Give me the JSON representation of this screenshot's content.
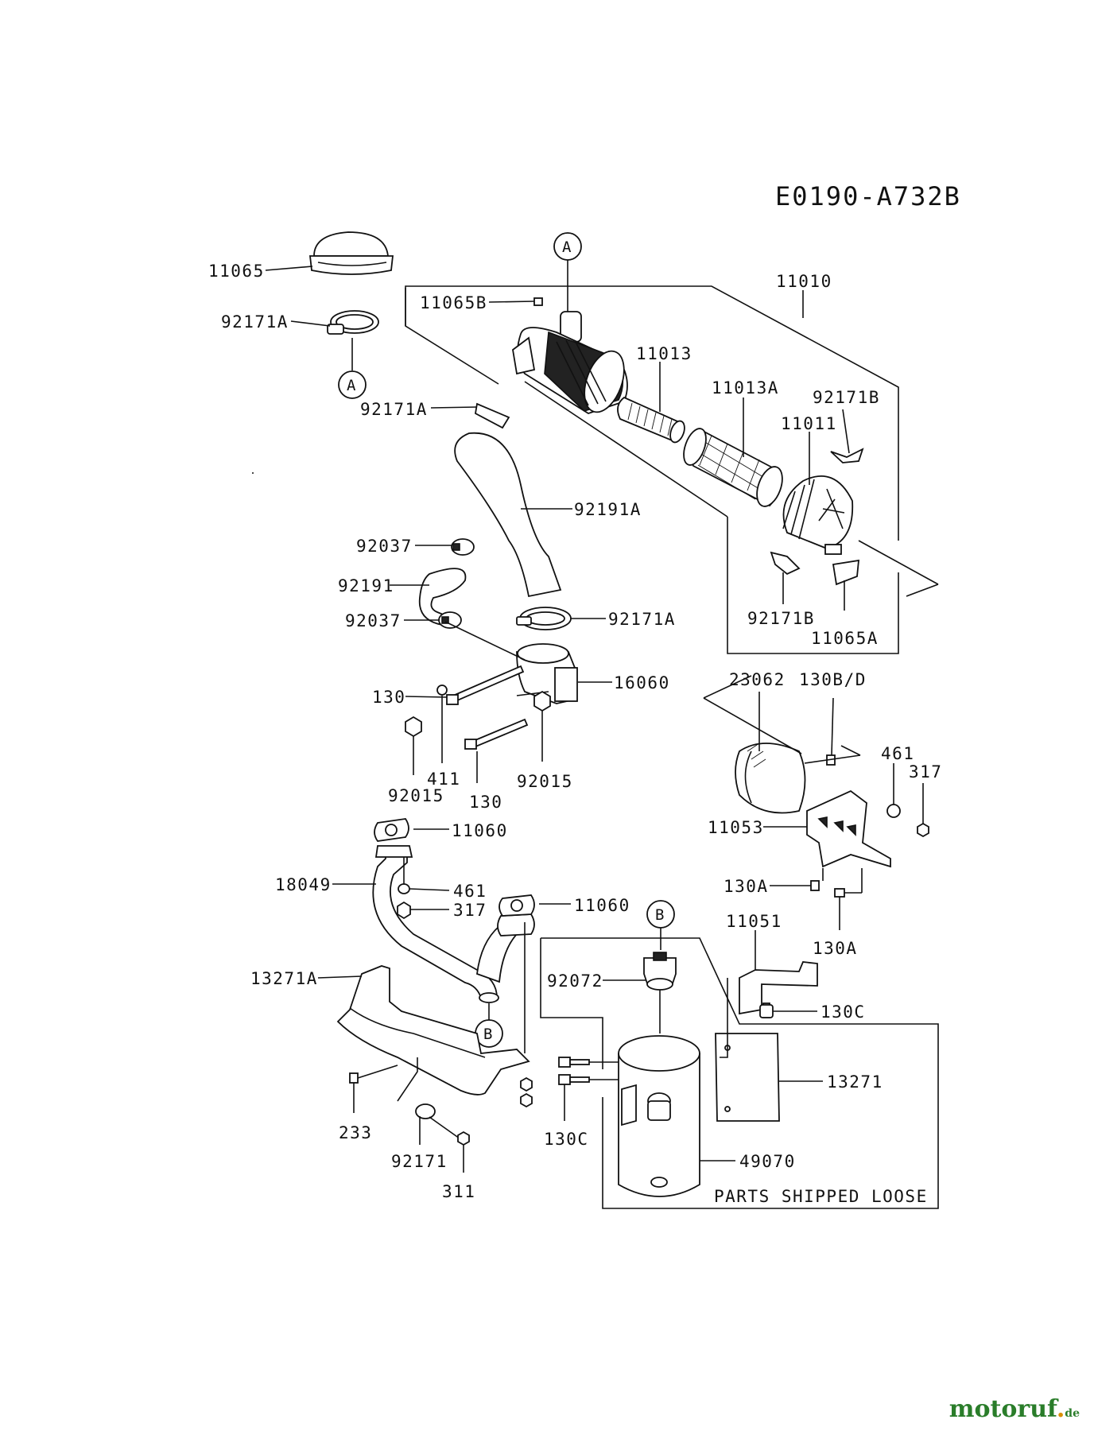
{
  "diagram_code": "E0190-A732B",
  "note": "PARTS SHIPPED LOOSE",
  "watermark": {
    "name": "motoruf",
    "tld": "de"
  },
  "callouts": {
    "A": "A",
    "B": "B"
  },
  "labels": {
    "p11065": "11065",
    "p92171A_top": "92171A",
    "p11065B": "11065B",
    "p11010": "11010",
    "p11013": "11013",
    "p11013A": "11013A",
    "p92171B_top": "92171B",
    "p11011": "11011",
    "p92171A_mid": "92171A",
    "p92191A": "92191A",
    "p92037_top": "92037",
    "p92191": "92191",
    "p92037_bot": "92037",
    "p92171A_low": "92171A",
    "p92171B_bot": "92171B",
    "p11065A": "11065A",
    "p16060": "16060",
    "p130_left": "130",
    "p23062": "23062",
    "p130BD": "130B/D",
    "p461_right": "461",
    "p317_right": "317",
    "p92015_left": "92015",
    "p411": "411",
    "p130_mid": "130",
    "p92015_right": "92015",
    "p11060_top": "11060",
    "p11053": "11053",
    "p18049": "18049",
    "p461_left": "461",
    "p317_left": "317",
    "p11060_mid": "11060",
    "p130A_left": "130A",
    "p130A_right": "130A",
    "p11051": "11051",
    "p13271A": "13271A",
    "p92072": "92072",
    "p130C_right": "130C",
    "p13271": "13271",
    "p130C_left": "130C",
    "p49070": "49070",
    "p233": "233",
    "p92171": "92171",
    "p311": "311"
  }
}
